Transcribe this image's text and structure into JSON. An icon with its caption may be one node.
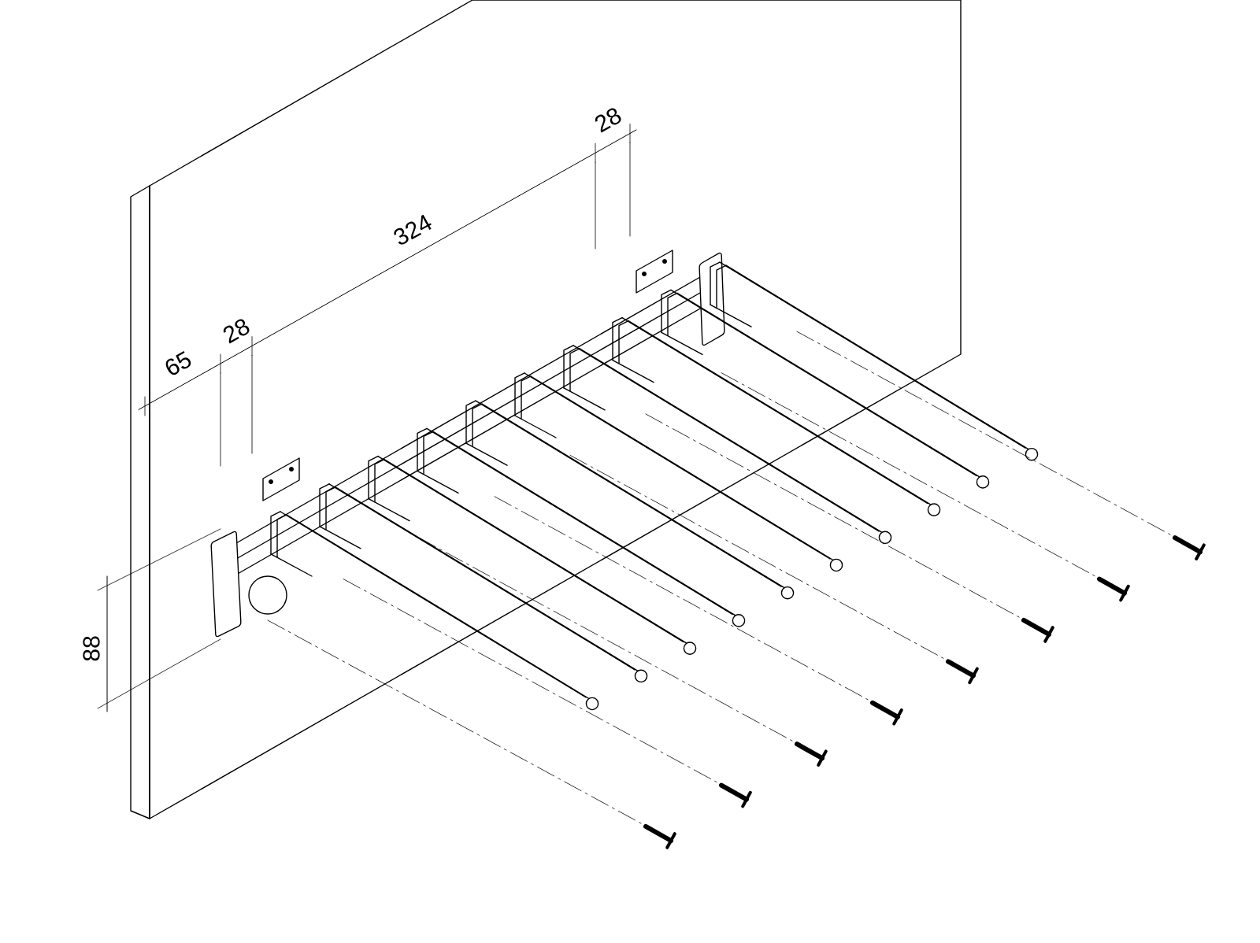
{
  "diagram": {
    "labels": [
      "28",
      "324",
      "65",
      "28",
      "88"
    ]
  }
}
